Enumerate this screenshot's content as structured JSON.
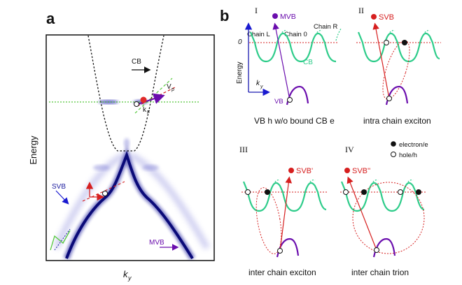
{
  "panel_a": {
    "letter": "a",
    "y_axis_label": "Energy",
    "x_axis_label": "k",
    "x_axis_sub": "y",
    "labels": {
      "cb": "CB",
      "vp": "V",
      "vp_sub": "p",
      "kf": "k",
      "kf_sub": "F",
      "svb": "SVB",
      "mvb": "MVB"
    }
  },
  "panel_b": {
    "letter": "b",
    "sub_i": {
      "numeral": "I",
      "mvb": "MVB",
      "chain_l": "Chain L",
      "chain_0": "Chain 0",
      "chain_r": "Chain R",
      "zero": "0",
      "cb": "CB",
      "energy": "Energy",
      "ky": "k",
      "ky_sub": "y",
      "vb": "VB",
      "caption": "VB h w/o bound CB e"
    },
    "sub_ii": {
      "numeral": "II",
      "label": "SVB",
      "caption": "intra chain exciton"
    },
    "sub_iii": {
      "numeral": "III",
      "label": "SVB'",
      "caption": "inter chain exciton"
    },
    "sub_iv": {
      "numeral": "IV",
      "label": "SVB''",
      "caption": "inter chain trion",
      "legend_electron": "electron/e",
      "legend_hole": "hole/h"
    }
  },
  "colors": {
    "cb_green": "#2ecc8a",
    "mvb_purple": "#6a0dad",
    "svb_red": "#d61f1f",
    "band_blue": "#1a1a9e",
    "fermi_green": "#55c83c"
  }
}
